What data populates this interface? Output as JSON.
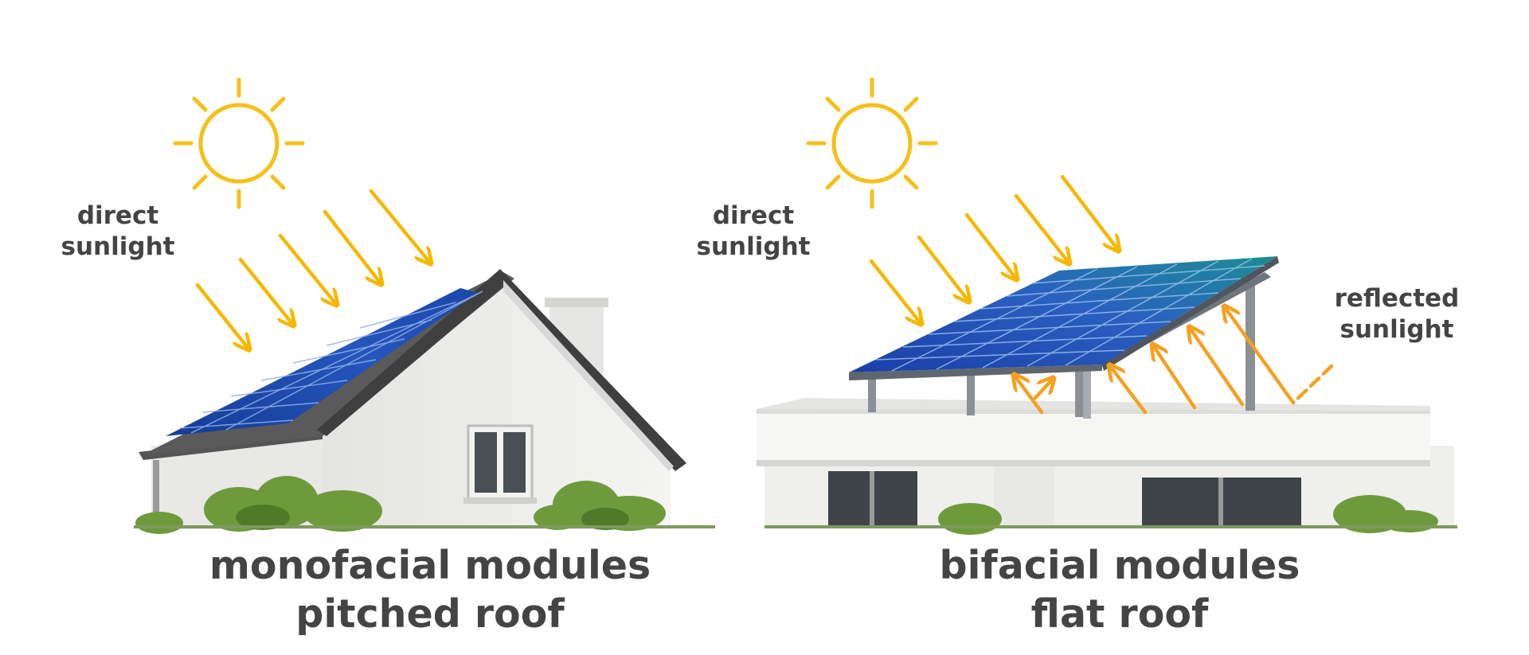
{
  "left_panel": {
    "direct_label": [
      "direct",
      "sunlight"
    ],
    "caption": [
      "monofacial modules",
      "pitched roof"
    ]
  },
  "right_panel": {
    "direct_label": [
      "direct",
      "sunlight"
    ],
    "reflected_label": [
      "reflected",
      "sunlight"
    ],
    "caption": [
      "bifacial modules",
      "flat roof"
    ]
  },
  "colors": {
    "sun": "#f5c018",
    "direct_arrow": "#f5b800",
    "reflected_arrow": "#f5a020",
    "text": "#444444",
    "panel_blue": "#1f4fb0",
    "panel_teal": "#1a8f94",
    "wall": "#eeeeec",
    "roof": "#444444",
    "bush": "#6e9a3c"
  },
  "icons": [
    "sun-icon",
    "sun-icon",
    "arrow-icon"
  ]
}
